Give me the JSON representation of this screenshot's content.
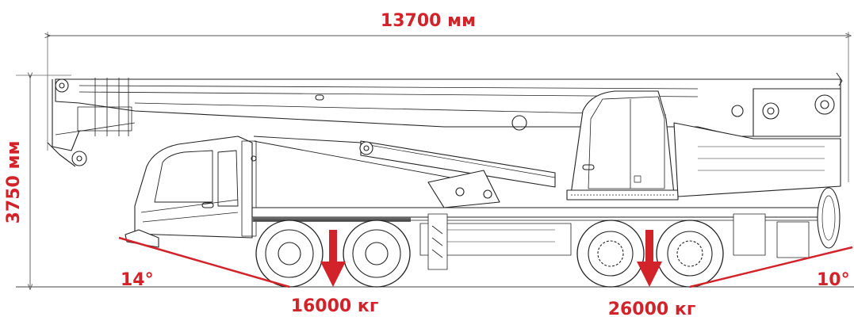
{
  "dimensions": {
    "overall_length": "13700 мм",
    "overall_height": "3750 мм"
  },
  "angles": {
    "approach": "14°",
    "departure": "10°"
  },
  "axle_loads": {
    "front": "16000 кг",
    "rear": "26000 кг"
  },
  "colors": {
    "accent": "#d2232a",
    "line": "#222222",
    "dim_line": "#555555"
  }
}
